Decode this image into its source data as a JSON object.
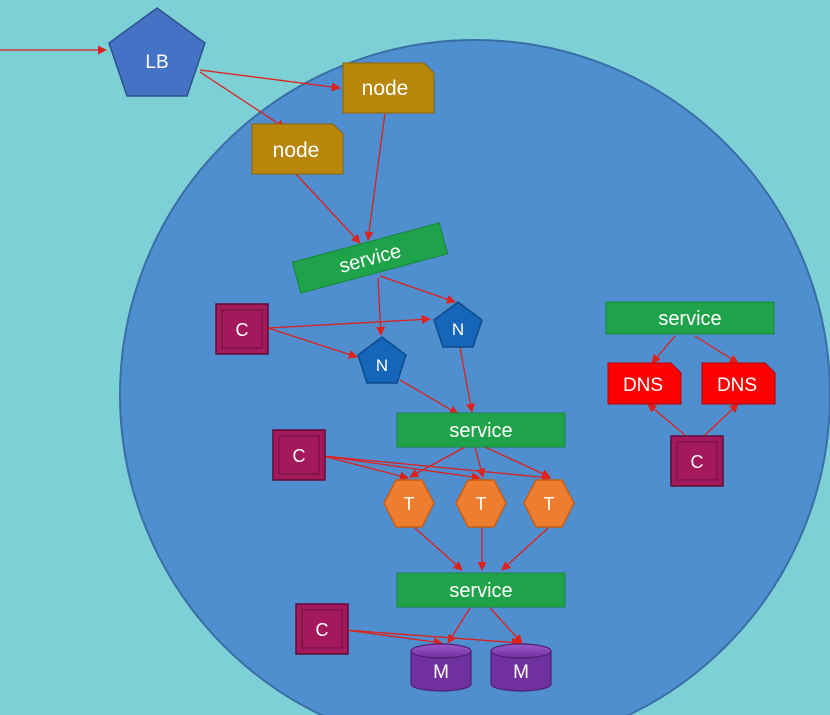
{
  "diagram": {
    "load_balancer": {
      "label": "LB",
      "color": "#4472c4"
    },
    "nodes": [
      {
        "label": "node"
      },
      {
        "label": "node"
      }
    ],
    "services": [
      {
        "label": "service"
      },
      {
        "label": "service"
      },
      {
        "label": "service"
      },
      {
        "label": "service"
      }
    ],
    "n_pods": [
      {
        "label": "N"
      },
      {
        "label": "N"
      }
    ],
    "t_pods": [
      {
        "label": "T"
      },
      {
        "label": "T"
      },
      {
        "label": "T"
      }
    ],
    "m_pods": [
      {
        "label": "M"
      },
      {
        "label": "M"
      }
    ],
    "dns_pods": [
      {
        "label": "DNS"
      },
      {
        "label": "DNS"
      }
    ],
    "clients": [
      {
        "label": "C"
      },
      {
        "label": "C"
      },
      {
        "label": "C"
      },
      {
        "label": "C"
      }
    ],
    "colors": {
      "background": "#7dd0d6",
      "cluster": "#4f8fcf",
      "node": "#b8860b",
      "service": "#1fa34a",
      "pod_n": "#1565b8",
      "pod_t": "#ef7d2f",
      "pod_m": "#7030a0",
      "dns": "#ff0000",
      "client": "#a3195b",
      "arrow": "#e0201b"
    }
  }
}
